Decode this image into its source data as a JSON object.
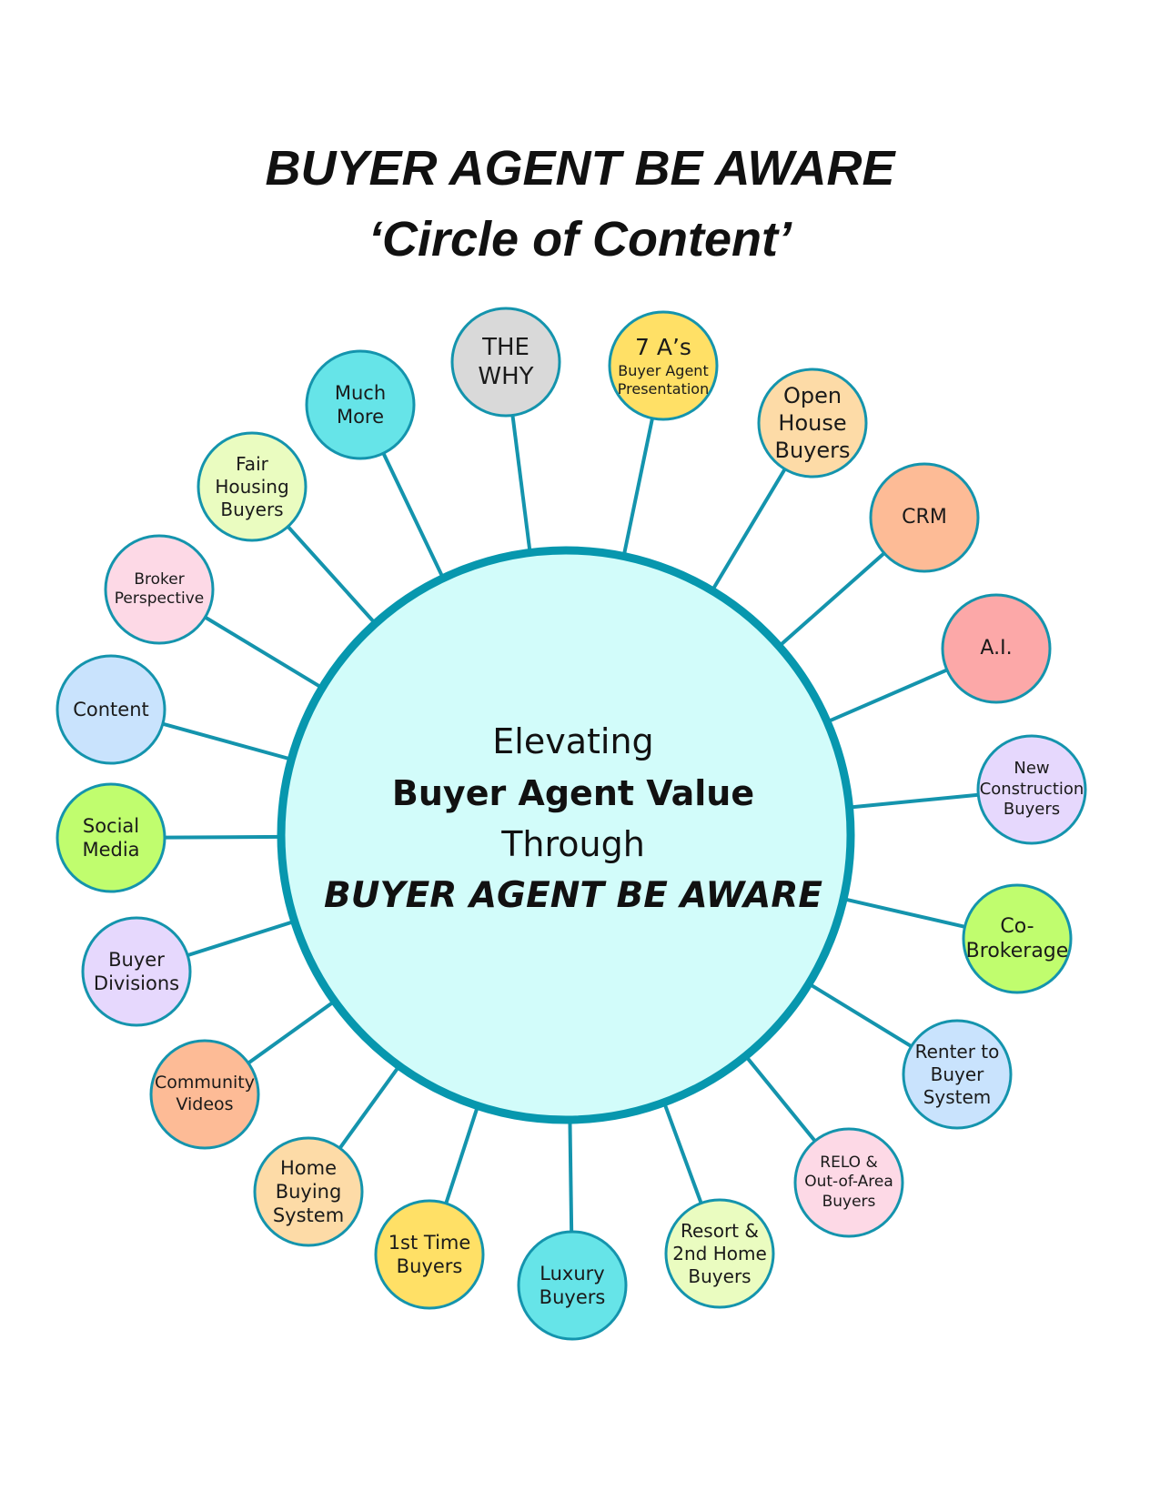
{
  "title": "BUYER AGENT BE AWARE",
  "subtitle": "‘Circle of Content’",
  "hub": {
    "line1": "Elevating",
    "line2": "Buyer Agent Value",
    "line3": "Through",
    "line4": "BUYER AGENT BE AWARE",
    "fill": "#d2fcfa",
    "stroke": "#0797ae"
  },
  "connector_color": "#1494ad",
  "nodes": [
    {
      "id": "the-why",
      "lines": [
        "THE",
        "WHY"
      ],
      "fill": "#d9d9d9"
    },
    {
      "id": "7-as",
      "lines": [
        "7 A’s",
        "Buyer Agent",
        "Presentation"
      ],
      "fill": "#ffe066"
    },
    {
      "id": "open-house-buyers",
      "lines": [
        "Open",
        "House",
        "Buyers"
      ],
      "fill": "#fddba7"
    },
    {
      "id": "crm",
      "lines": [
        "CRM"
      ],
      "fill": "#fdbb96"
    },
    {
      "id": "ai",
      "lines": [
        "A.I."
      ],
      "fill": "#fca8a8"
    },
    {
      "id": "new-construction-buyers",
      "lines": [
        "New",
        "Construction",
        "Buyers"
      ],
      "fill": "#e6d8fd"
    },
    {
      "id": "co-brokerage",
      "lines": [
        "Co-",
        "Brokerage"
      ],
      "fill": "#c0fd6e"
    },
    {
      "id": "renter-to-buyer-system",
      "lines": [
        "Renter to",
        "Buyer",
        "System"
      ],
      "fill": "#c9e3fd"
    },
    {
      "id": "relo-out-of-area-buyers",
      "lines": [
        "RELO &",
        "Out-of-Area",
        "Buyers"
      ],
      "fill": "#fdd9e6"
    },
    {
      "id": "resort-2nd-home-buyers",
      "lines": [
        "Resort &",
        "2nd Home",
        "Buyers"
      ],
      "fill": "#eafcc0"
    },
    {
      "id": "luxury-buyers",
      "lines": [
        "Luxury",
        "Buyers"
      ],
      "fill": "#66e4e8"
    },
    {
      "id": "1st-time-buyers",
      "lines": [
        "1st Time",
        "Buyers"
      ],
      "fill": "#ffe066"
    },
    {
      "id": "home-buying-system",
      "lines": [
        "Home",
        "Buying",
        "System"
      ],
      "fill": "#fddba7"
    },
    {
      "id": "community-videos",
      "lines": [
        "Community",
        "Videos"
      ],
      "fill": "#fdbb96"
    },
    {
      "id": "buyer-divisions",
      "lines": [
        "Buyer",
        "Divisions"
      ],
      "fill": "#e6d8fd"
    },
    {
      "id": "social-media",
      "lines": [
        "Social",
        "Media"
      ],
      "fill": "#c0fd6e"
    },
    {
      "id": "content",
      "lines": [
        "Content"
      ],
      "fill": "#c9e3fd"
    },
    {
      "id": "broker-perspective",
      "lines": [
        "Broker",
        "Perspective"
      ],
      "fill": "#fdd9e6"
    },
    {
      "id": "fair-housing-buyers",
      "lines": [
        "Fair",
        "Housing",
        "Buyers"
      ],
      "fill": "#eafcc0"
    },
    {
      "id": "much-more",
      "lines": [
        "Much",
        "More"
      ],
      "fill": "#66e4e8"
    }
  ]
}
